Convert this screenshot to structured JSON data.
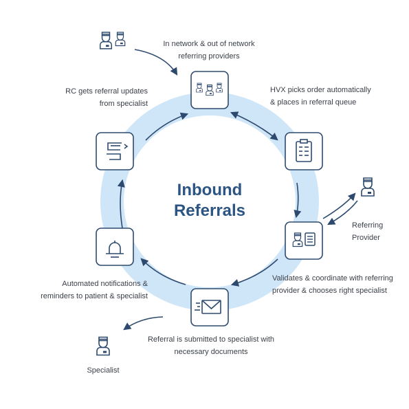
{
  "title_line1": "Inbound",
  "title_line2": "Referrals",
  "labels": {
    "network": [
      "In network & out of network",
      "referring providers"
    ],
    "hvx": [
      "HVX picks order automatically",
      "& places in referral queue"
    ],
    "referring_provider": [
      "Referring",
      "Provider"
    ],
    "validates": [
      "Validates & coordinate with referring",
      "provider & chooses right specialist"
    ],
    "submitted": [
      "Referral is submitted to specialist with",
      "necessary documents"
    ],
    "specialist": "Specialist",
    "notifications": [
      "Automated notifications &",
      "reminders to patient & specialist"
    ],
    "rc_updates": [
      "RC gets referral updates",
      "from specialist"
    ]
  },
  "icons": {
    "providers_pair": "doctors-pair-icon",
    "network_node": "provider-group-icon",
    "hvx_node": "clipboard-list-icon",
    "validate_node": "doctor-checklist-icon",
    "submit_node": "email-send-icon",
    "notify_node": "bell-icon",
    "rc_node": "transfer-arrow-icon",
    "referring_provider": "doctor-icon",
    "specialist": "doctor-icon"
  },
  "colors": {
    "ring": "#cfe6f8",
    "dark": "#2d4a6e",
    "title": "#2d5583",
    "node_bg": "#ffffff"
  }
}
